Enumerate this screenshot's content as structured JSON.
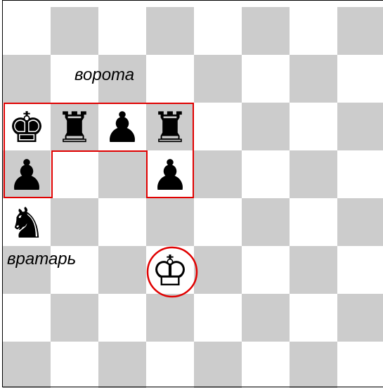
{
  "labels": {
    "goal": "ворота",
    "keeper": "вратарь"
  },
  "colors": {
    "light_square": "#ffffff",
    "dark_square": "#cccccc",
    "highlight": "#e00000"
  },
  "board": {
    "files": 8,
    "ranks": 8,
    "pieces": [
      {
        "name": "black-king-icon",
        "glyph": "♚",
        "col": 0,
        "row": 2
      },
      {
        "name": "black-rook-icon",
        "glyph": "♜",
        "col": 1,
        "row": 2
      },
      {
        "name": "black-pawn-icon",
        "glyph": "♟",
        "col": 2,
        "row": 2
      },
      {
        "name": "black-rook-icon",
        "glyph": "♜",
        "col": 3,
        "row": 2
      },
      {
        "name": "black-pawn-icon",
        "glyph": "♟",
        "col": 0,
        "row": 3
      },
      {
        "name": "black-pawn-icon",
        "glyph": "♟",
        "col": 3,
        "row": 3
      },
      {
        "name": "black-knight-icon",
        "glyph": "♞",
        "col": 0,
        "row": 4
      },
      {
        "name": "white-king-icon",
        "glyph": "♔",
        "col": 3,
        "row": 5
      }
    ]
  }
}
